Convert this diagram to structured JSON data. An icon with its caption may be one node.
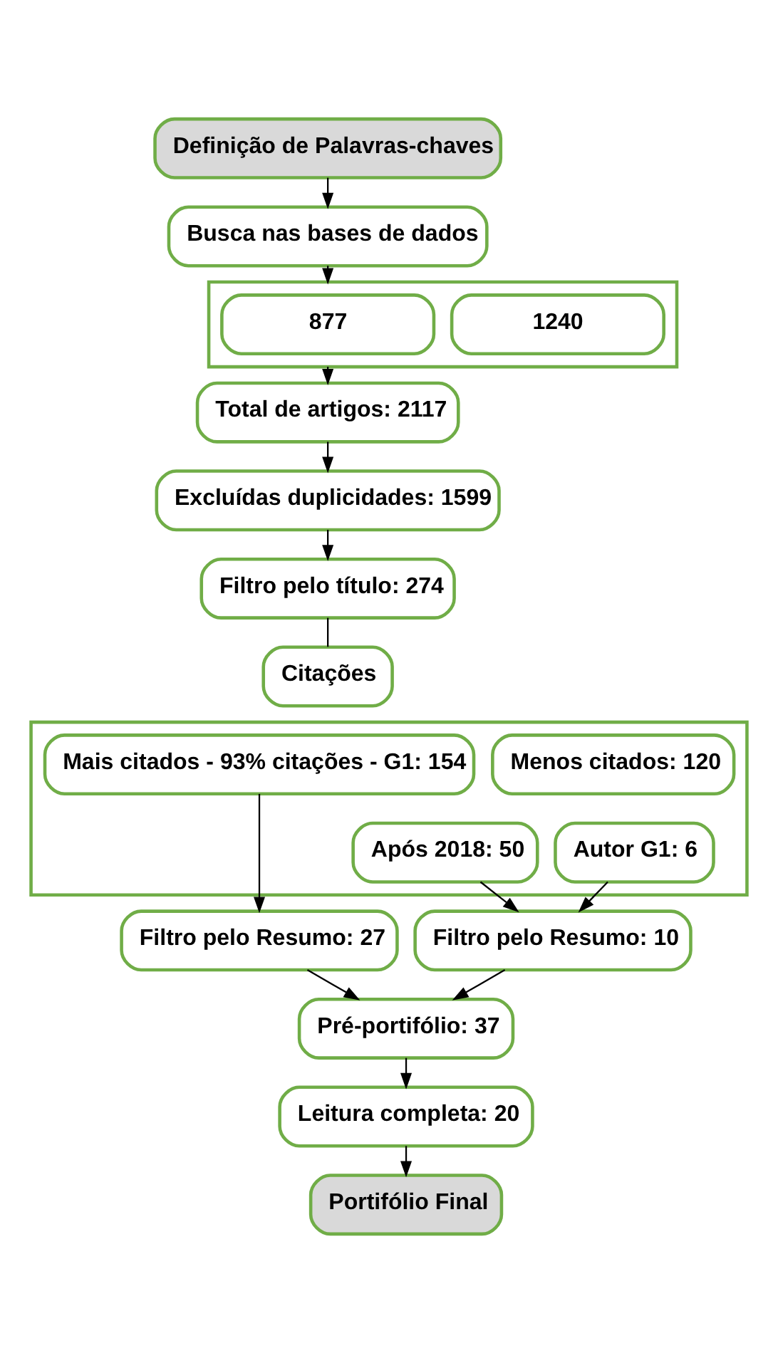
{
  "diagram": {
    "nodes": [
      {
        "text": [
          "Definição de Palavras-chaves"
        ]
      },
      {
        "text": [
          "Busca nas bases de dados"
        ]
      },
      {
        "text": [],
        "shape": "box"
      },
      {
        "text": [
          "877"
        ],
        "in": 2
      },
      {
        "text": [
          "1240"
        ],
        "in": 2
      },
      {
        "text": [
          "Total de artigos: 2117"
        ]
      },
      {
        "text": [
          "Excluídas duplicidades: 1599"
        ]
      },
      {
        "text": [
          "Filtro pelo título: 274"
        ]
      },
      {
        "text": [
          "Citações"
        ]
      },
      {
        "text": [],
        "shape": "box"
      },
      {
        "text": [
          "Mais citados - 93% citações - G1: 154"
        ],
        "in": 9
      },
      {
        "text": [
          "Menos citados: 120"
        ],
        "in": 9
      },
      {
        "text": [
          "Após 2018: 50"
        ],
        "in": 9
      },
      {
        "text": [
          "Autor G1: 6"
        ],
        "in": 9
      },
      {
        "text": [
          "Filtro pelo Resumo: 27"
        ]
      },
      {
        "text": [
          "Filtro pelo Resumo: 10"
        ]
      },
      {
        "text": [
          "Pré-portifólio: 37"
        ]
      },
      {
        "text": [
          "Leitura completa: 20"
        ]
      },
      {
        "text": [
          "Portifólio Final"
        ]
      }
    ],
    "edges": [
      {
        "from": 0,
        "to": 1,
        "arrow": "to"
      },
      {
        "from": 1,
        "to": 2,
        "arrow": "to"
      },
      {
        "from": 2,
        "to": 5,
        "arrow": "to"
      },
      {
        "from": 5,
        "to": 6,
        "arrow": "to"
      },
      {
        "from": 6,
        "to": 7,
        "arrow": "to"
      },
      {
        "from": 7,
        "to": 8,
        "arrow": "none"
      },
      {
        "from": 10,
        "to": 14,
        "arrow": "to"
      },
      {
        "from": 12,
        "to": 15,
        "arrow": "to"
      },
      {
        "from": 13,
        "to": 15,
        "arrow": "to"
      },
      {
        "from": 14,
        "to": 16,
        "arrow": "to"
      },
      {
        "from": 15,
        "to": 16,
        "arrow": "to"
      },
      {
        "from": 16,
        "to": 17,
        "arrow": "to"
      },
      {
        "from": 17,
        "to": 18,
        "arrow": "to"
      }
    ]
  }
}
